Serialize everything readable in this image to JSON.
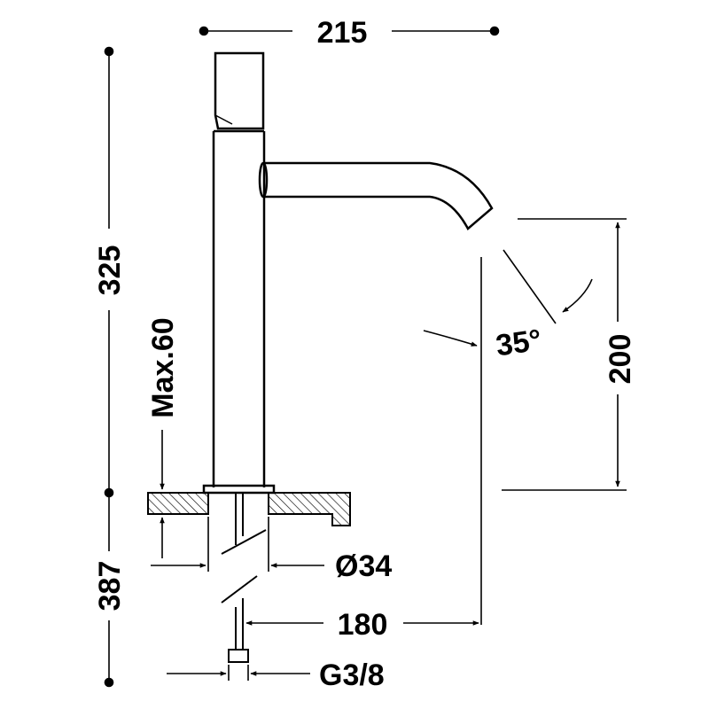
{
  "dimensions": {
    "total_width": "215",
    "height_above_deck": "325",
    "max_deck_thickness": "Max.60",
    "spout_height": "200",
    "spray_angle": "35°",
    "body_diameter": "Ø34",
    "spout_reach": "180",
    "length_below_deck": "387",
    "connection_thread": "G3/8"
  },
  "colors": {
    "line": "#000000",
    "background": "#ffffff"
  }
}
